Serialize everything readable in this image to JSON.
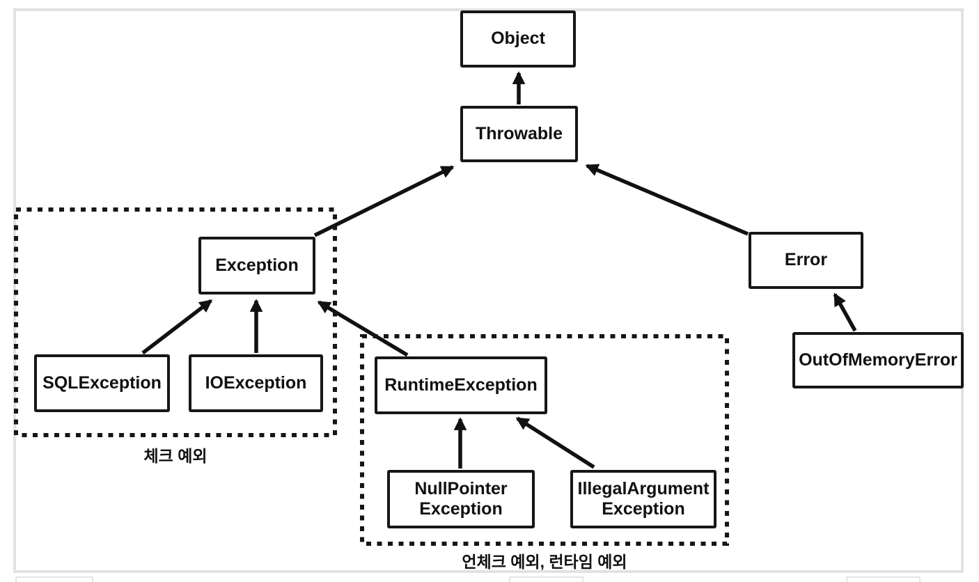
{
  "diagram": {
    "nodes": {
      "object": {
        "label": "Object"
      },
      "throwable": {
        "label": "Throwable"
      },
      "exception": {
        "label": "Exception"
      },
      "sql_exception": {
        "label": "SQLException"
      },
      "io_exception": {
        "label": "IOException"
      },
      "runtime_exception": {
        "label": "RuntimeException"
      },
      "null_pointer_exception": {
        "line1": "NullPointer",
        "line2": "Exception"
      },
      "illegal_argument_exception": {
        "line1": "IllegalArgument",
        "line2": "Exception"
      },
      "error": {
        "label": "Error"
      },
      "out_of_memory_error": {
        "label": "OutOfMemoryError"
      }
    },
    "groups": {
      "checked": {
        "label": "체크 예외",
        "members": [
          "Exception",
          "SQLException",
          "IOException"
        ]
      },
      "unchecked": {
        "label": "언체크 예외, 런타임 예외",
        "members": [
          "RuntimeException",
          "NullPointerException",
          "IllegalArgumentException"
        ]
      }
    },
    "edges": [
      {
        "from": "Throwable",
        "to": "Object"
      },
      {
        "from": "Exception",
        "to": "Throwable"
      },
      {
        "from": "Error",
        "to": "Throwable"
      },
      {
        "from": "SQLException",
        "to": "Exception"
      },
      {
        "from": "IOException",
        "to": "Exception"
      },
      {
        "from": "RuntimeException",
        "to": "Exception"
      },
      {
        "from": "NullPointerException",
        "to": "RuntimeException"
      },
      {
        "from": "IllegalArgumentException",
        "to": "RuntimeException"
      },
      {
        "from": "OutOfMemoryError",
        "to": "Error"
      }
    ],
    "colors": {
      "node_border": "#161616",
      "arrow": "#111111",
      "text": "#111111",
      "frame": "#e2e2e2",
      "background": "#ffffff"
    }
  }
}
